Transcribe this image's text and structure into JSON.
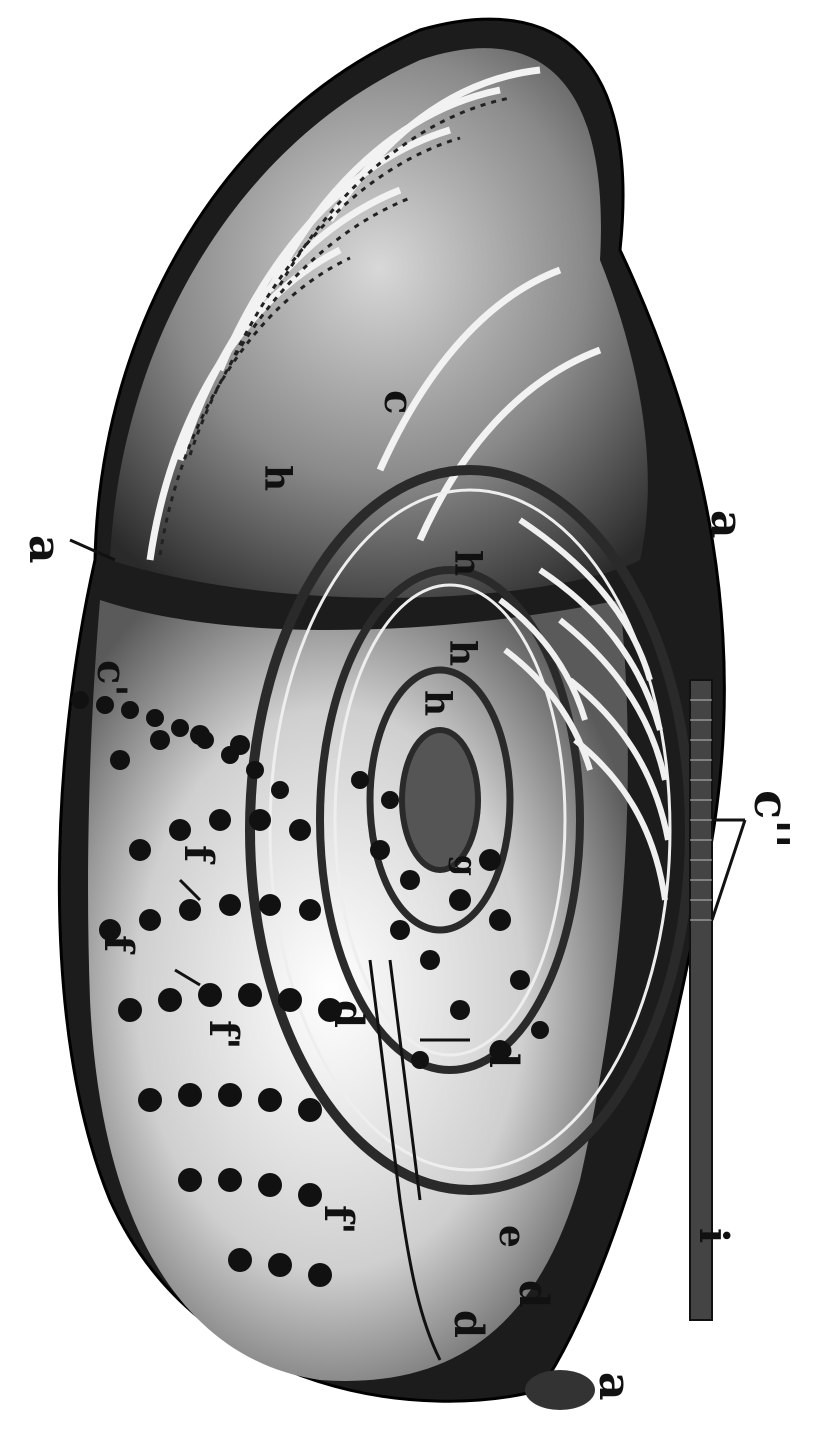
{
  "figure": {
    "labels": [
      {
        "id": "a-top",
        "text": "a"
      },
      {
        "id": "a-right",
        "text": "a"
      },
      {
        "id": "a-bottom",
        "text": "a"
      },
      {
        "id": "c-upper",
        "text": "c"
      },
      {
        "id": "h-1",
        "text": "h"
      },
      {
        "id": "h-2",
        "text": "h"
      },
      {
        "id": "h-3",
        "text": "h"
      },
      {
        "id": "h-4",
        "text": "h"
      },
      {
        "id": "c-prime",
        "text": "c'"
      },
      {
        "id": "c-double-prime",
        "text": "c''"
      },
      {
        "id": "f-1",
        "text": "f"
      },
      {
        "id": "f-2",
        "text": "f"
      },
      {
        "id": "f-prime-1",
        "text": "f'"
      },
      {
        "id": "f-prime-2",
        "text": "f'"
      },
      {
        "id": "d-1",
        "text": "d"
      },
      {
        "id": "d-2",
        "text": "d"
      },
      {
        "id": "d-3",
        "text": "d"
      },
      {
        "id": "d-4",
        "text": "d"
      },
      {
        "id": "e",
        "text": "e"
      },
      {
        "id": "g",
        "text": "g"
      },
      {
        "id": "i",
        "text": "i"
      }
    ],
    "colors": {
      "ink": "#111111",
      "shell_dark": "#1c1c1c",
      "chamber_mid": "#6e6e6e",
      "chamber_light": "#d8d8d8",
      "paper": "#ffffff"
    }
  }
}
